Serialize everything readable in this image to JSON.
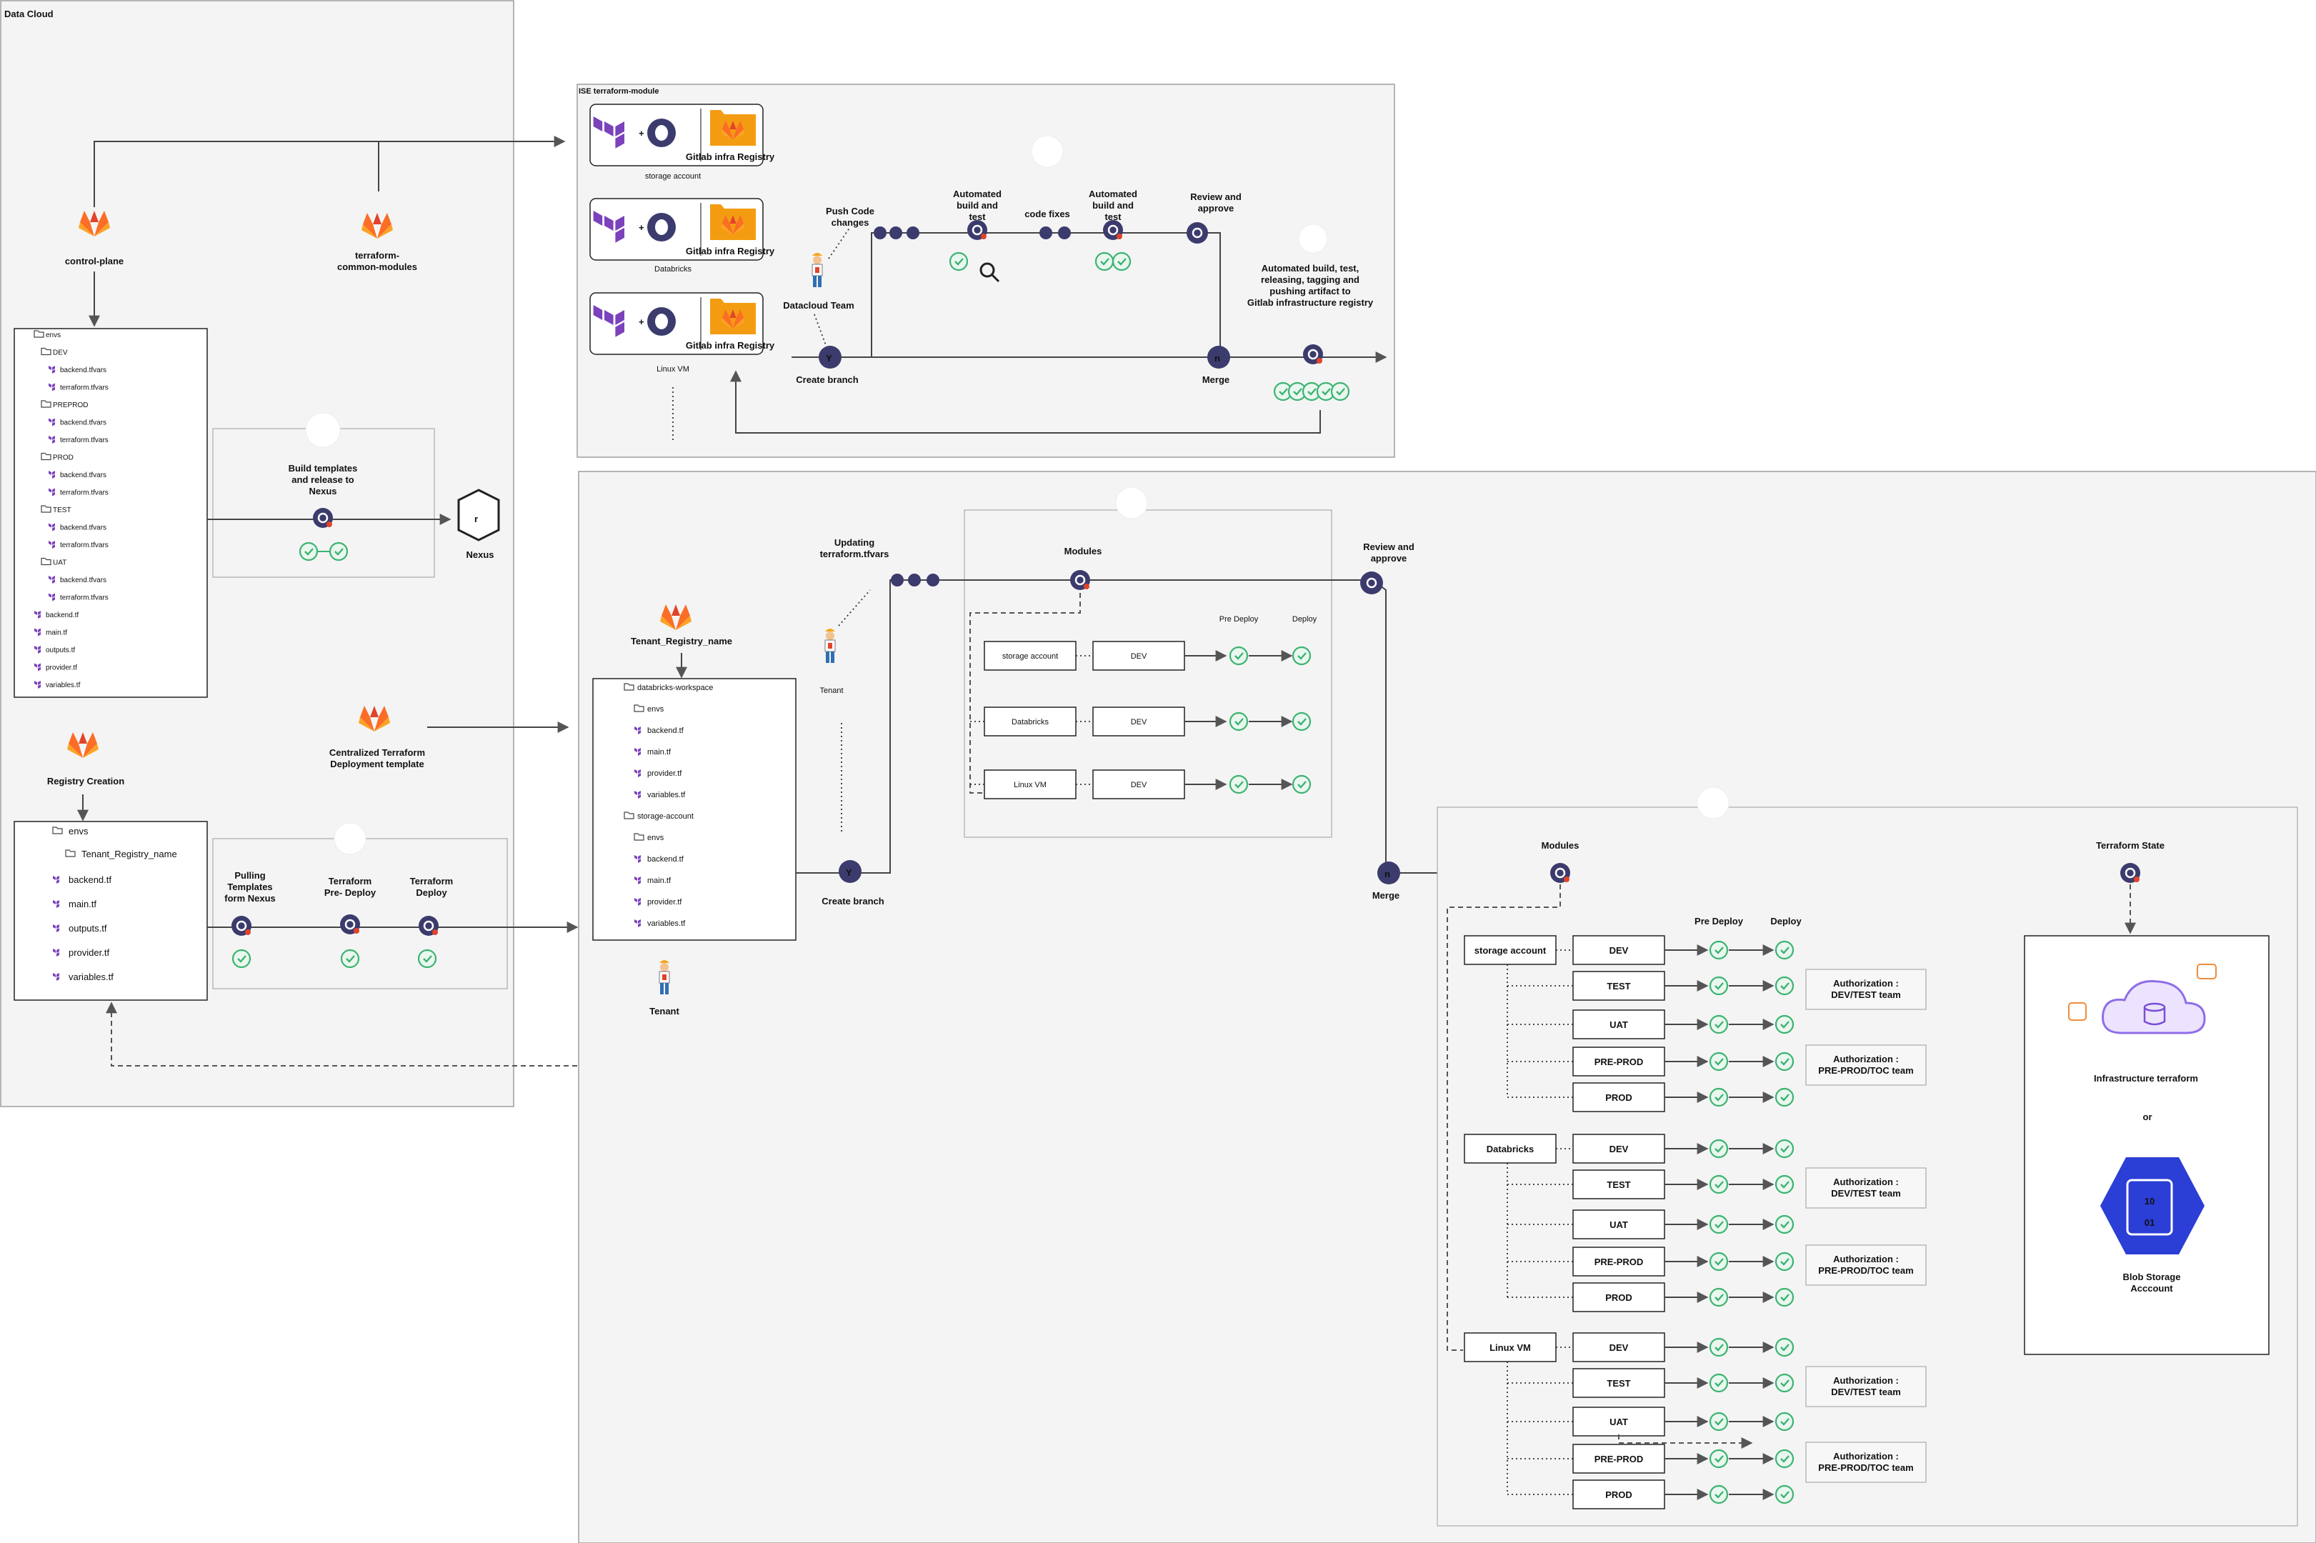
{
  "panels": {
    "data_cloud": "Data Cloud",
    "ise": "ISE terraform-module"
  },
  "left": {
    "control_plane": "control-plane",
    "common_modules": "terraform-common-modules",
    "build_templates": "Build templates and release to Nexus",
    "nexus": "Nexus",
    "registry_creation": "Registry Creation",
    "centralized_template": "Centralized Terraform Deployment template",
    "pulling_templates": "Pulling Templates form Nexus",
    "tf_pre_deploy": "Terraform Pre- Deploy",
    "tf_deploy": "Terraform Deploy",
    "tree1": [
      "envs",
      "DEV",
      "backend.tfvars",
      "terraform.tfvars",
      "PREPROD",
      "backend.tfvars",
      "terraform.tfvars",
      "PROD",
      "backend.tfvars",
      "terraform.tfvars",
      "TEST",
      "backend.tfvars",
      "terraform.tfvars",
      "UAT",
      "backend.tfvars",
      "terraform.tfvars",
      "backend.tf",
      "main.tf",
      "outputs.tf",
      "provider.tf",
      "variables.tf"
    ],
    "tree2": [
      "envs",
      "Tenant_Registry_name",
      "backend.tf",
      "main.tf",
      "outputs.tf",
      "provider.tf",
      "variables.tf"
    ]
  },
  "ise": {
    "registry_label": "Gitlab infra Registry",
    "storage_account": "storage account",
    "databricks": "Databricks",
    "linux_vm": "Linux VM",
    "push_code": "Push Code changes",
    "automated_build_test": "Automated build and test",
    "code_fixes": "code fixes",
    "review_approve": "Review and approve",
    "automated_release": "Automated build, test, releasing, tagging and pushing artifact to Gitlab infrastructure registry",
    "datacloud_team": "Datacloud Team",
    "create_branch": "Create branch",
    "merge": "Merge"
  },
  "tenant": {
    "registry_name": "Tenant_Registry_name",
    "updating_tfvars": "Updating terraform.tfvars",
    "tenant": "Tenant",
    "modules": "Modules",
    "review_approve": "Review and approve",
    "pre_deploy": "Pre Deploy",
    "deploy": "Deploy",
    "create_branch": "Create branch",
    "merge": "Merge",
    "tree": [
      "databricks-workspace",
      "envs",
      "backend.tf",
      "main.tf",
      "provider.tf",
      "variables.tf",
      "storage-account",
      "envs",
      "backend.tf",
      "main.tf",
      "provider.tf",
      "variables.tf"
    ],
    "module_rows": [
      {
        "name": "storage account",
        "env": "DEV"
      },
      {
        "name": "Databricks",
        "env": "DEV"
      },
      {
        "name": "Linux VM",
        "env": "DEV"
      }
    ]
  },
  "deploy": {
    "modules": "Modules",
    "terraform_state": "Terraform State",
    "pre_deploy": "Pre Deploy",
    "deploy": "Deploy",
    "envs": [
      "DEV",
      "TEST",
      "UAT",
      "PRE-PROD",
      "PROD"
    ],
    "groups": [
      "storage account",
      "Databricks",
      "Linux VM"
    ],
    "auth_dev_test": "Authorization : DEV/TEST team",
    "auth_preprod": "Authorization : PRE-PROD/TOC team",
    "infra_terraform": "Infrastructure terraform",
    "or": "or",
    "blob_storage": "Blob Storage Acccount",
    "blob_bits": "10 01"
  }
}
